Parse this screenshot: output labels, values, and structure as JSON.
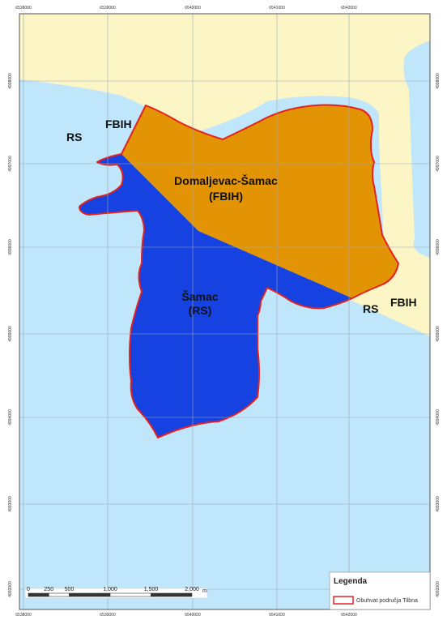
{
  "colors": {
    "rs_area": "#bfe6fa",
    "fbih_area": "#fcf5c5",
    "domaljevac": "#e29404",
    "samac": "#1542e0",
    "boundary": "#e62020",
    "grid": "#9aaab8",
    "frame": "#555555"
  },
  "regions": {
    "rs_left": "RS",
    "fbih_top": "FBIH",
    "domaljevac_name": "Domaljevac-Šamac",
    "domaljevac_entity": "(FBIH)",
    "samac_name": "Šamac",
    "samac_entity": "(RS)",
    "fbih_right": "FBIH",
    "rs_right": "RS"
  },
  "grid_labels": {
    "top": [
      "6538000",
      "6539000",
      "6540000",
      "6541000",
      "6542000"
    ],
    "bottom": [
      "6538000",
      "6539000",
      "6540000",
      "6541000",
      "6542000"
    ],
    "left": [
      "4998000",
      "4997000",
      "4996000",
      "4995000",
      "4994000",
      "4993000",
      "4992000"
    ],
    "right": [
      "4998000",
      "4997000",
      "4996000",
      "4995000",
      "4994000",
      "4993000",
      "4992000"
    ]
  },
  "scale_bar": {
    "ticks": [
      "0",
      "250",
      "500",
      "1,000",
      "1,500",
      "2,000"
    ],
    "unit": "m"
  },
  "legend": {
    "title": "Legenda",
    "item": "Obuhvat područja Tilbna"
  },
  "icons": {
    "legend_symbol": "red-outline-rect-icon"
  }
}
